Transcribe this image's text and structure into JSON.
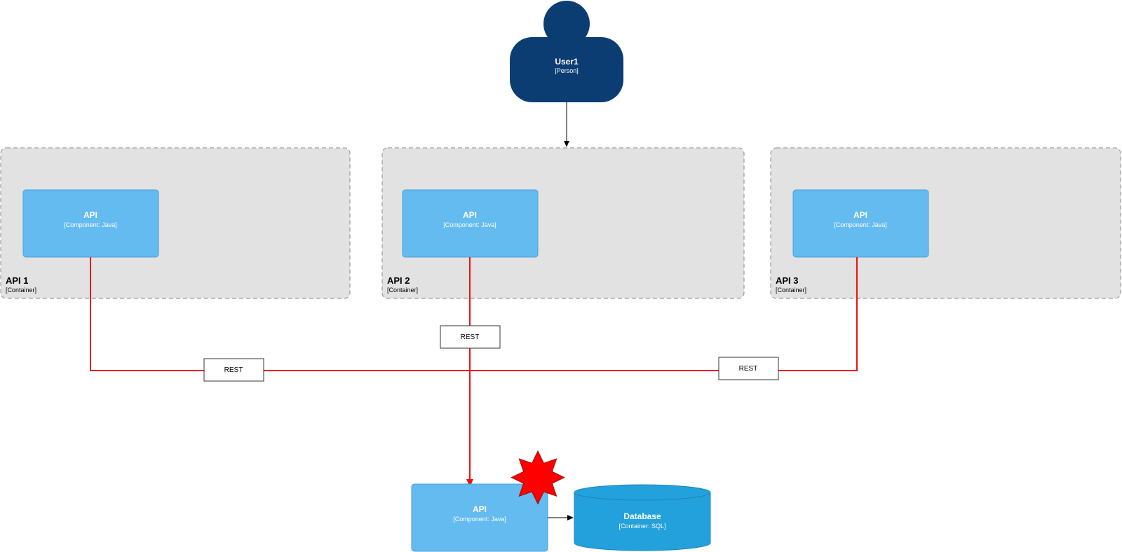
{
  "person": {
    "name": "User1",
    "type": "[Person]"
  },
  "containers": [
    {
      "name": "API 1",
      "type": "[Container]",
      "component": {
        "name": "API",
        "type": "[Component: Java]"
      }
    },
    {
      "name": "API 2",
      "type": "[Container]",
      "component": {
        "name": "API",
        "type": "[Component: Java]"
      }
    },
    {
      "name": "API 3",
      "type": "[Container]",
      "component": {
        "name": "API",
        "type": "[Component: Java]"
      }
    }
  ],
  "target_component": {
    "name": "API",
    "type": "[Component: Java]"
  },
  "database": {
    "name": "Database",
    "type": "[Container: SQL]"
  },
  "connector_labels": [
    "REST",
    "REST",
    "REST"
  ],
  "colors": {
    "person_fill": "#0b3d73",
    "component_fill": "#64bbf0",
    "component_stroke": "#4a9fd8",
    "container_fill": "#e2e2e2",
    "container_stroke": "#8a8a8a",
    "database_fill": "#23a1dc",
    "database_stroke": "#1b86b9",
    "connector": "#ee1111",
    "burst": "#ff0000"
  }
}
